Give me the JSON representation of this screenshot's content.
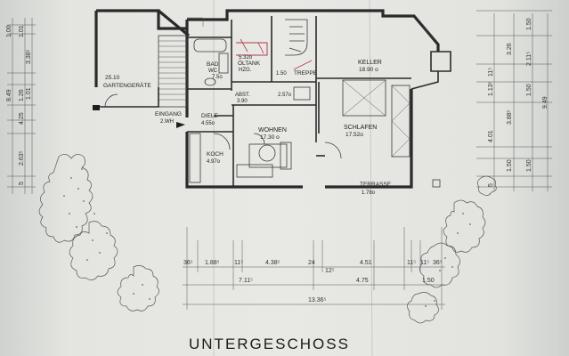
{
  "drawing": {
    "title": "UNTERGESCHOSS",
    "rooms": {
      "gartengerate": {
        "name": "GARTENGERÄTE",
        "area": "25.10"
      },
      "bad": {
        "name": "BAD",
        "sub": "WC",
        "area": "7.5o"
      },
      "oltank": {
        "name": "ÖLTANK",
        "sub": "HZG.",
        "area": "5.32o"
      },
      "treppe": {
        "name": "TREPPE",
        "area": "1.50"
      },
      "keller": {
        "name": "KELLER",
        "area": "18.90 o"
      },
      "abst": {
        "name": "ABST.",
        "area": "3.90"
      },
      "flur": {
        "area": "2.57o"
      },
      "eingang": {
        "name": "EINGANG",
        "sub": "2.WH"
      },
      "diele": {
        "name": "DIELE",
        "area": "4.55o"
      },
      "wohnen": {
        "name": "WOHNEN",
        "area": "17.30 o"
      },
      "schlafen": {
        "name": "SCHLAFEN",
        "area": "17.52o"
      },
      "koch": {
        "name": "KOCH",
        "area": "4.97o"
      },
      "terrasse": {
        "name": "TERRASSE",
        "area": "1.78o"
      }
    },
    "dims_bottom_row1": [
      "36⁵",
      "1.88⁵",
      "11⁵",
      "4.38⁵",
      "24",
      "12⁵",
      "4.51",
      "11⁵",
      "11⁵",
      "36⁵"
    ],
    "dims_bottom_row2": [
      "7.11⁵",
      "4.75",
      "1.50"
    ],
    "dims_bottom_total": "13.36⁵",
    "dims_left": [
      "1.00",
      "1.01",
      "3.38⁵",
      "8.49",
      "1.26",
      "1.01",
      "4.25",
      "2.63⁵",
      "5"
    ],
    "dims_right": [
      "1.50",
      "3.26",
      "2.11⁵",
      "9.49",
      "1.13⁵",
      "1.50",
      "3.88⁵",
      "4.01",
      "1.50",
      "1.50",
      "11⁵",
      "5"
    ]
  }
}
